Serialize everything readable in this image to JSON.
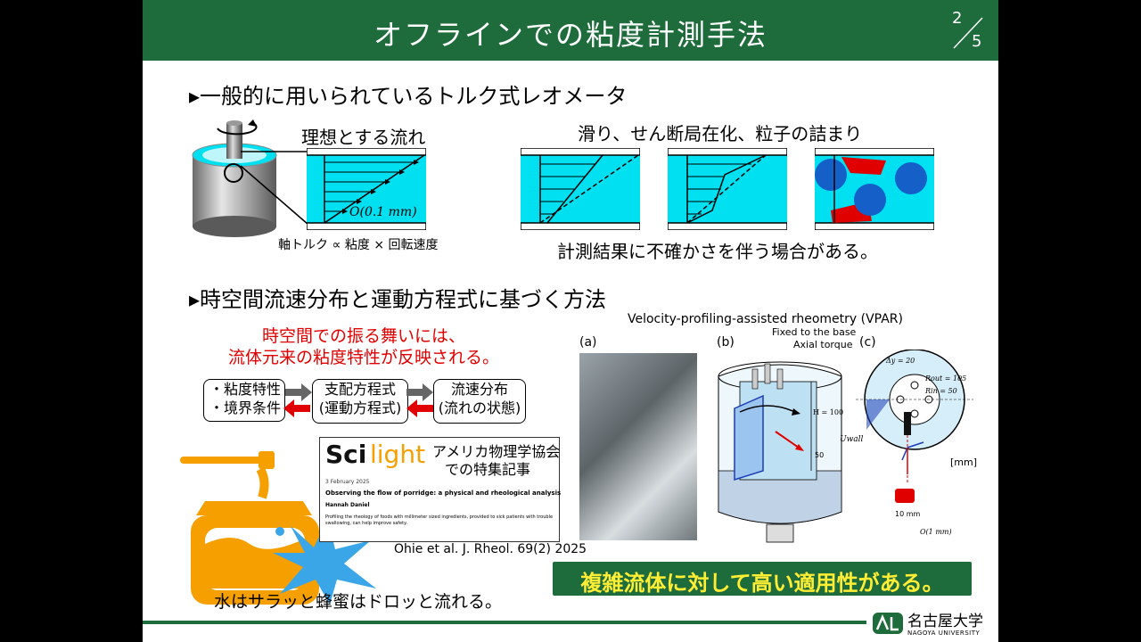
{
  "header": {
    "title": "オフラインでの粘度計測手法",
    "page_current": "2",
    "page_total": "5"
  },
  "section1": {
    "bullet": "▸一般的に用いられているトルク式レオメータ",
    "ideal_flow_label": "理想とする流れ",
    "scale_label": "O(0.1 mm)",
    "torque_relation": "軸トルク ∝ 粘度 × 回転速度",
    "issues_label": "滑り、せん断局在化、粒子の詰まり",
    "uncertainty_note": "計測結果に不確かさを伴う場合がある。"
  },
  "section2": {
    "bullet": "▸時空間流速分布と運動方程式に基づく方法",
    "red_line1": "時空間での振る舞いには、",
    "red_line2": "流体元来の粘度特性が反映される。",
    "box1_line1": "・粘度特性",
    "box1_line2": "・境界条件",
    "box2_line1": "支配方程式",
    "box2_line2": "(運動方程式)",
    "box3_line1": "流速分布",
    "box3_line2": "(流れの状態)",
    "scilight_sci": "Sci",
    "scilight_light": "light",
    "scilight_caption1": "アメリカ物理学協会",
    "scilight_caption2": "での特集記事",
    "article_date": "3 February 2025",
    "article_title": "Observing the flow of porridge: a physical and rheological analysis",
    "article_author": "Hannah Daniel",
    "article_body": "Profiling the rheology of foods with millimeter sized ingredients, provided to sick patients with trouble swallowing, can help improve safety.",
    "citation": "Ohie et al. J. Rheol. 69(2) 2025",
    "honey_note": "水はサラッと蜂蜜はドロッと流れる。",
    "vpar_title": "Velocity-profiling-assisted rheometry (VPAR)",
    "label_a": "(a)",
    "label_b": "(b)",
    "label_c": "(c)",
    "fixed_base": "Fixed to the base",
    "axial_torque": "Axial torque",
    "unit_mm": "[mm]",
    "dim_h": "H = 100",
    "dim_50": "50",
    "dim_dy": "Δy = 20",
    "dim_rout": "Rout = 105",
    "dim_rin": "Rin = 50",
    "u_wall": "Uwall",
    "dim_10mm": "10 mm",
    "dim_o1mm": "O(1 mm)",
    "applicability": "複雑流体に対して高い適用性がある。"
  },
  "footer": {
    "university_jp": "名古屋大学",
    "university_en": "NAGOYA UNIVERSITY"
  },
  "colors": {
    "brand_green": "#1e6b3c",
    "fluid_cyan": "#00e0f0",
    "accent_red": "#e00000",
    "honey_orange": "#f5a000",
    "splash_blue": "#3aa6e8",
    "highlight_yellow": "#ffee33"
  }
}
